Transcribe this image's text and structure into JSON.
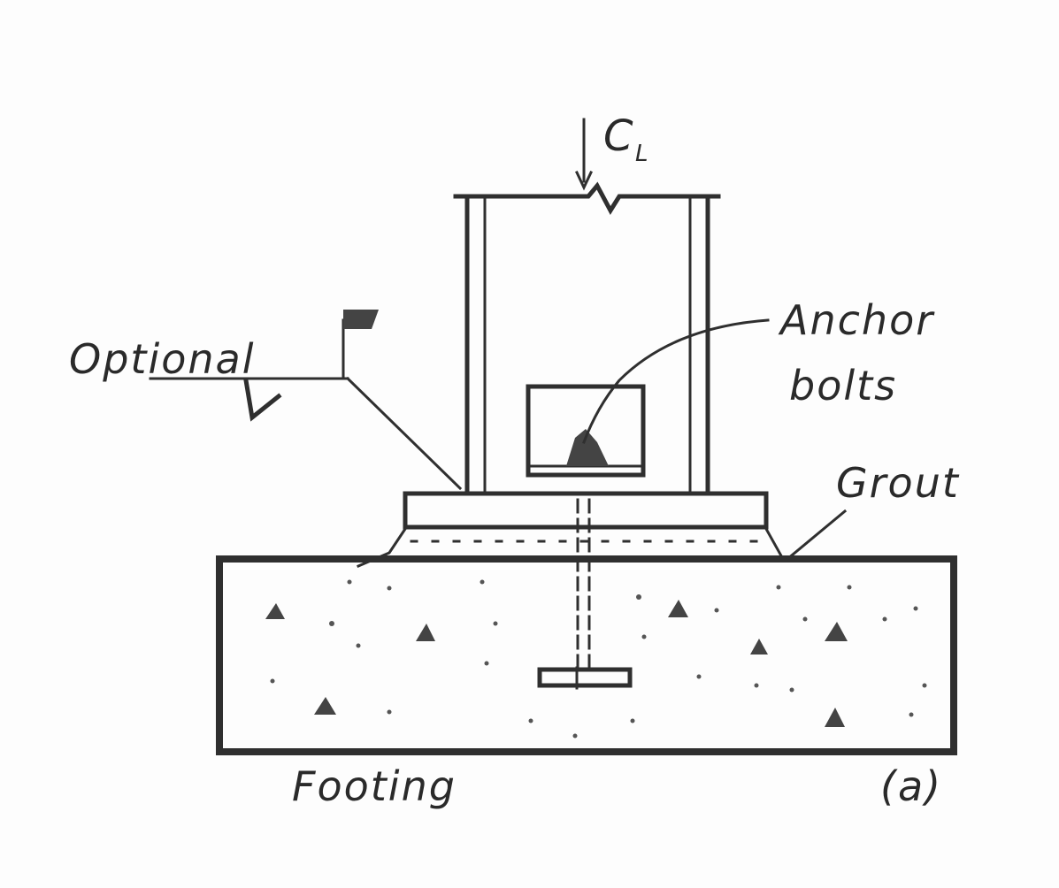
{
  "diagram": {
    "type": "column base plate detail",
    "labels": {
      "centerline": "C",
      "centerline_sub": "L",
      "optional": "Optional",
      "anchor_bolts_line1": "Anchor",
      "anchor_bolts_line2": "bolts",
      "grout": "Grout",
      "footing": "Footing",
      "figure_tag": "(a)"
    },
    "components": [
      "column (wide-flange, shown in elevation with break line at top)",
      "base plate",
      "grout layer",
      "concrete footing",
      "anchor bolts with hooked ends",
      "weld symbol (optional fillet weld)"
    ],
    "colors": {
      "line": "#2f2f2f",
      "text": "#2a2a2a",
      "background": "#fdfdfd"
    }
  }
}
